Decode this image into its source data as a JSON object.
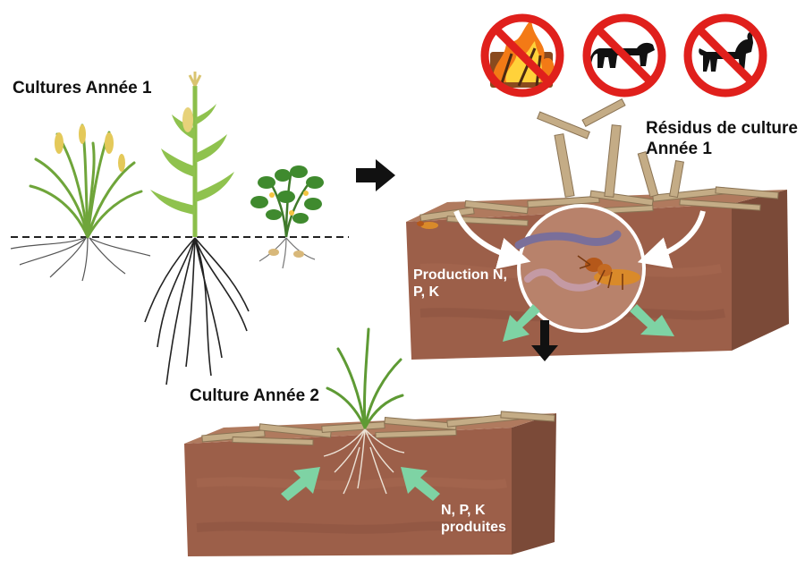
{
  "labels": {
    "crops_year1": "Cultures Année 1",
    "residues_title": "Résidus de culture Année 1",
    "crop_year2": "Culture Année 2",
    "production": "Production N, P, K",
    "npk_produced": "N, P, K produites"
  },
  "icons": [
    "no-burning-icon",
    "no-cattle-icon",
    "no-goat-icon"
  ],
  "colors": {
    "prohibition_red": "#e0201c",
    "soil": "#9a5c47",
    "nutrient_arrow": "#7ed3a4",
    "plant_green": "#6fa53a",
    "residue": "#c4ac86"
  }
}
